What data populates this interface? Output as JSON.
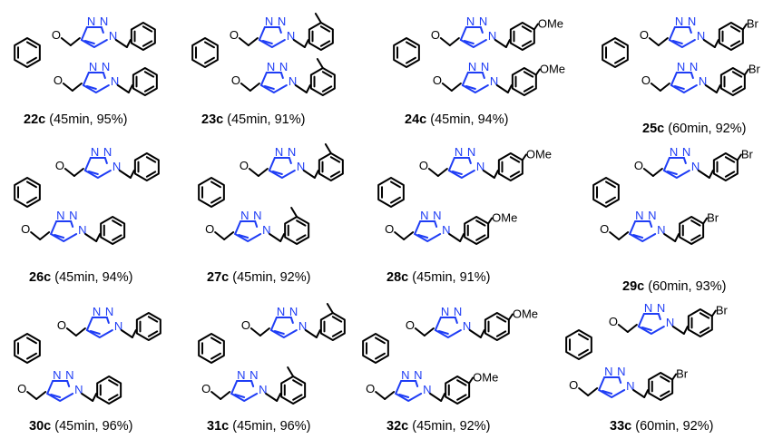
{
  "colors": {
    "triazole": "#1f3df5",
    "bond": "#000000",
    "background": "#ffffff"
  },
  "atoms": {
    "oxygen": "O",
    "nitrogen": "N"
  },
  "compounds": [
    {
      "id": "22c",
      "conditions": "(45min, 95%)",
      "core": "ortho",
      "substituent": "H"
    },
    {
      "id": "23c",
      "conditions": "(45min, 91%)",
      "core": "ortho",
      "substituent": "2-Me"
    },
    {
      "id": "24c",
      "conditions": "(45min, 94%)",
      "core": "ortho",
      "substituent": "3-OMe",
      "label": "OMe"
    },
    {
      "id": "25c",
      "conditions": "(60min, 92%)",
      "core": "ortho",
      "substituent": "4-Br",
      "label": "Br"
    },
    {
      "id": "26c",
      "conditions": "(45min, 94%)",
      "core": "meta",
      "substituent": "H"
    },
    {
      "id": "27c",
      "conditions": "(45min, 92%)",
      "core": "meta",
      "substituent": "2-Me"
    },
    {
      "id": "28c",
      "conditions": "(45min, 91%)",
      "core": "meta",
      "substituent": "3-OMe",
      "label": "OMe"
    },
    {
      "id": "29c",
      "conditions": "(60min, 93%)",
      "core": "meta",
      "substituent": "4-Br",
      "label": "Br"
    },
    {
      "id": "30c",
      "conditions": "(45min, 96%)",
      "core": "para",
      "substituent": "H"
    },
    {
      "id": "31c",
      "conditions": "(45min, 96%)",
      "core": "para",
      "substituent": "2-Me"
    },
    {
      "id": "32c",
      "conditions": "(45min, 92%)",
      "core": "para",
      "substituent": "3-OMe",
      "label": "OMe"
    },
    {
      "id": "33c",
      "conditions": "(60min, 92%)",
      "core": "para",
      "substituent": "4-Br",
      "label": "Br"
    }
  ]
}
